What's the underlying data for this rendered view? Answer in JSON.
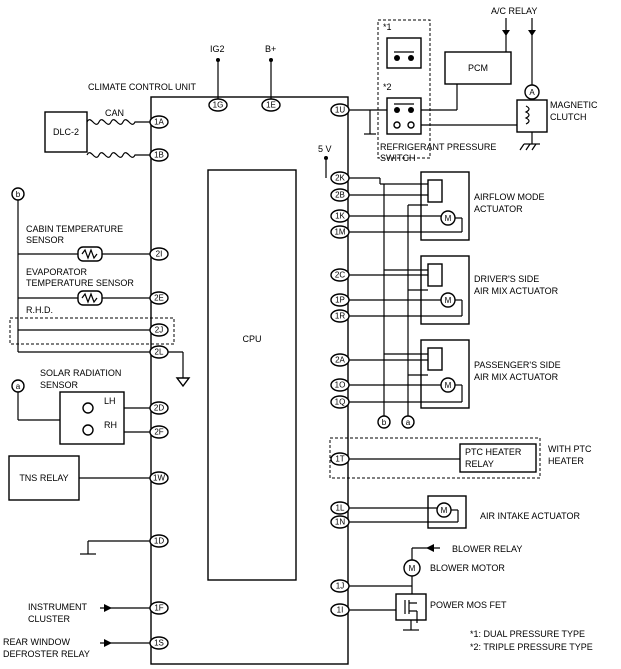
{
  "labels": {
    "climate_control_unit": "CLIMATE CONTROL UNIT",
    "cpu": "CPU",
    "ig2": "IG2",
    "b_plus": "B+",
    "ac_relay": "A/C RELAY",
    "pcm": "PCM",
    "magnetic_clutch_1": "MAGNETIC",
    "magnetic_clutch_2": "CLUTCH",
    "refrig_1": "REFRIGERANT PRESSURE",
    "refrig_2": "SWITCH",
    "star1": "*1",
    "star2": "*2",
    "dlc2": "DLC-2",
    "can": "CAN",
    "five_v": "5 V",
    "b_conn": "b",
    "a_conn": "a",
    "cabin_1": "CABIN TEMPERATURE",
    "cabin_2": "SENSOR",
    "evap_1": "EVAPORATOR",
    "evap_2": "TEMPERATURE SENSOR",
    "rhd": "R.H.D.",
    "solar_1": "SOLAR RADIATION",
    "solar_2": "SENSOR",
    "lh": "LH",
    "rh": "RH",
    "tns_relay": "TNS RELAY",
    "instrument_1": "INSTRUMENT",
    "instrument_2": "CLUSTER",
    "rear_1": "REAR WINDOW",
    "rear_2": "DEFROSTER RELAY",
    "airflow_1": "AIRFLOW MODE",
    "airflow_2": "ACTUATOR",
    "driver_1": "DRIVER'S SIDE",
    "driver_2": "AIR MIX ACTUATOR",
    "passenger_1": "PASSENGER'S SIDE",
    "passenger_2": "AIR MIX ACTUATOR",
    "ptc_1": "PTC HEATER",
    "ptc_2": "RELAY",
    "with_ptc_1": "WITH PTC",
    "with_ptc_2": "HEATER",
    "air_intake": "AIR INTAKE ACTUATOR",
    "blower_relay": "BLOWER RELAY",
    "blower_motor": "BLOWER MOTOR",
    "power_mos": "POWER MOS FET",
    "foot1": "*1: DUAL PRESSURE TYPE",
    "foot2": "*2: TRIPLE PRESSURE TYPE",
    "a_meter": "A",
    "m": "M"
  },
  "pins": {
    "p1G": "1G",
    "p1E": "1E",
    "p1U": "1U",
    "p1A": "1A",
    "p1B": "1B",
    "p2I": "2I",
    "p2E": "2E",
    "p2J": "2J",
    "p2L": "2L",
    "p2D": "2D",
    "p2F": "2F",
    "p1W": "1W",
    "p1D": "1D",
    "p1F": "1F",
    "p1S": "1S",
    "p2K": "2K",
    "p2B": "2B",
    "p1K": "1K",
    "p1M": "1M",
    "p2C": "2C",
    "p1P": "1P",
    "p1R": "1R",
    "p2A": "2A",
    "p1O": "1O",
    "p1Q": "1Q",
    "p1T": "1T",
    "p1L": "1L",
    "p1N": "1N",
    "p1J": "1J",
    "p1I": "1I"
  }
}
